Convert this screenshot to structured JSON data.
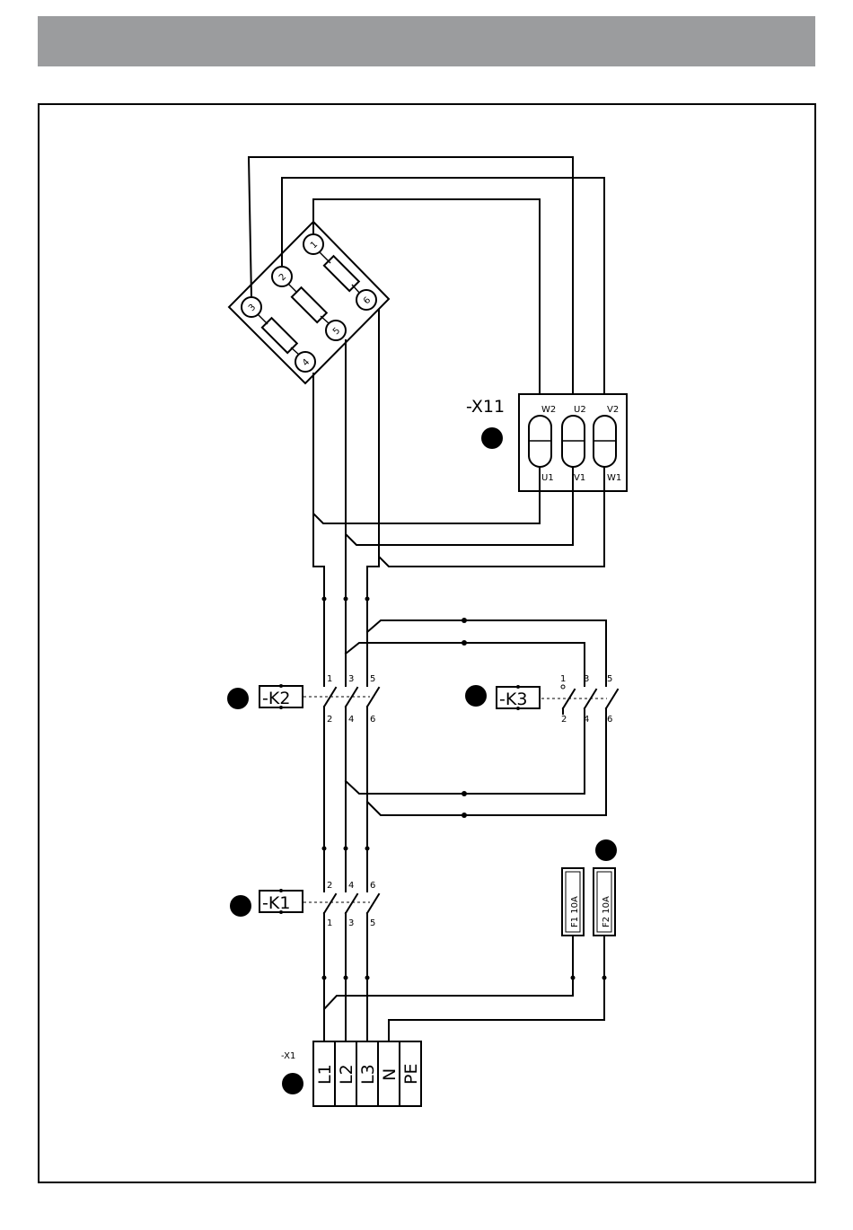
{
  "header": {
    "text": ""
  },
  "motor": {
    "terminals": [
      "1",
      "2",
      "3",
      "4",
      "5",
      "6"
    ]
  },
  "terminal_block_x11": {
    "label": "-X11",
    "top": [
      "W2",
      "U2",
      "V2"
    ],
    "bottom": [
      "U1",
      "V1",
      "W1"
    ]
  },
  "contactor_k2": {
    "label": "-K2",
    "top": [
      "1",
      "3",
      "5"
    ],
    "bottom": [
      "2",
      "4",
      "6"
    ]
  },
  "contactor_k3": {
    "label": "-K3",
    "top": [
      "1",
      "3",
      "5"
    ],
    "bottom": [
      "2",
      "4",
      "6"
    ]
  },
  "contactor_k1": {
    "label": "-K1",
    "top": [
      "2",
      "4",
      "6"
    ],
    "bottom": [
      "1",
      "3",
      "5"
    ]
  },
  "fuses": [
    {
      "label": "F1 10A"
    },
    {
      "label": "F2 10A"
    }
  ],
  "supply_terminal": {
    "label": "-X1",
    "cells": [
      "L1",
      "L2",
      "L3",
      "N",
      "PE"
    ]
  },
  "colors": {
    "header": "#9b9c9e",
    "line": "#000000"
  }
}
